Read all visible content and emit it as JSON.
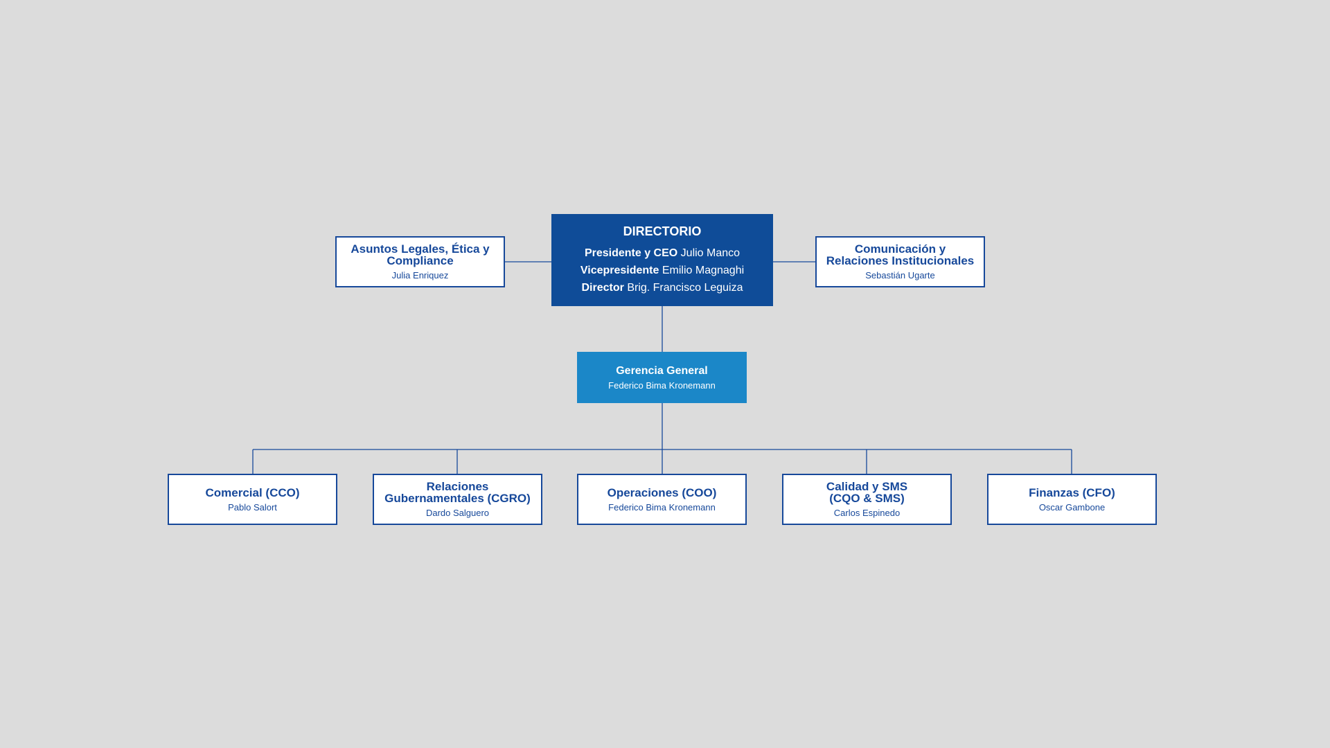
{
  "board": {
    "title": "DIRECTORIO",
    "members": [
      {
        "role": "Presidente y CEO",
        "name": "Julio Manco"
      },
      {
        "role": "Vicepresidente",
        "name": "Emilio Magnaghi"
      },
      {
        "role": "Director",
        "name": "Brig. Francisco Leguiza"
      }
    ]
  },
  "advisors": {
    "left": {
      "title": "Asuntos Legales, Ética y Compliance",
      "person": "Julia Enriquez"
    },
    "right": {
      "title": "Comunicación y Relaciones Institucionales",
      "person": "Sebastián Ugarte"
    }
  },
  "general_management": {
    "title": "Gerencia General",
    "person": "Federico Bima Kronemann"
  },
  "departments": [
    {
      "title": "Comercial (CCO)",
      "person": "Pablo Salort"
    },
    {
      "title": "Relaciones Gubernamentales (CGRO)",
      "person": "Dardo Salguero"
    },
    {
      "title": "Operaciones (COO)",
      "person": "Federico Bima Kronemann"
    },
    {
      "title": "Calidad y SMS (CQO & SMS)",
      "person": "Carlos Espinedo"
    },
    {
      "title": "Finanzas (CFO)",
      "person": "Oscar Gambone"
    }
  ],
  "colors": {
    "background": "#dcdcdc",
    "board_fill": "#0f4c98",
    "general_management_fill": "#1b87c8",
    "box_border": "#16489a",
    "connector": "#16489a"
  }
}
